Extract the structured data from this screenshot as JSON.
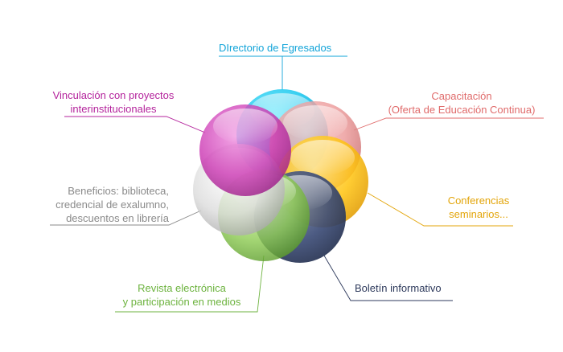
{
  "colors": {
    "blue": "#12a4d9",
    "red": "#e06b6b",
    "yellow": "#e3a50a",
    "navy": "#2e3a5c",
    "green": "#6db33f",
    "grey": "#8a8a8a",
    "magenta": "#b4239c"
  },
  "labels": {
    "directorio": "DIrectorio de Egresados",
    "capacitacion": [
      "Capacitación",
      "(Oferta de Educación Continua)"
    ],
    "conferencias": [
      "Conferencias",
      "seminarios..."
    ],
    "boletin": "Boletín informativo",
    "revista": [
      "Revista electrónica",
      "y participación en medios"
    ],
    "beneficios": [
      "Beneficios: biblioteca,",
      "credencial  de exalumno,",
      "descuentos en librería"
    ],
    "vinculacion": [
      "Vinculación con proyectos",
      "interinstitucionales"
    ]
  }
}
